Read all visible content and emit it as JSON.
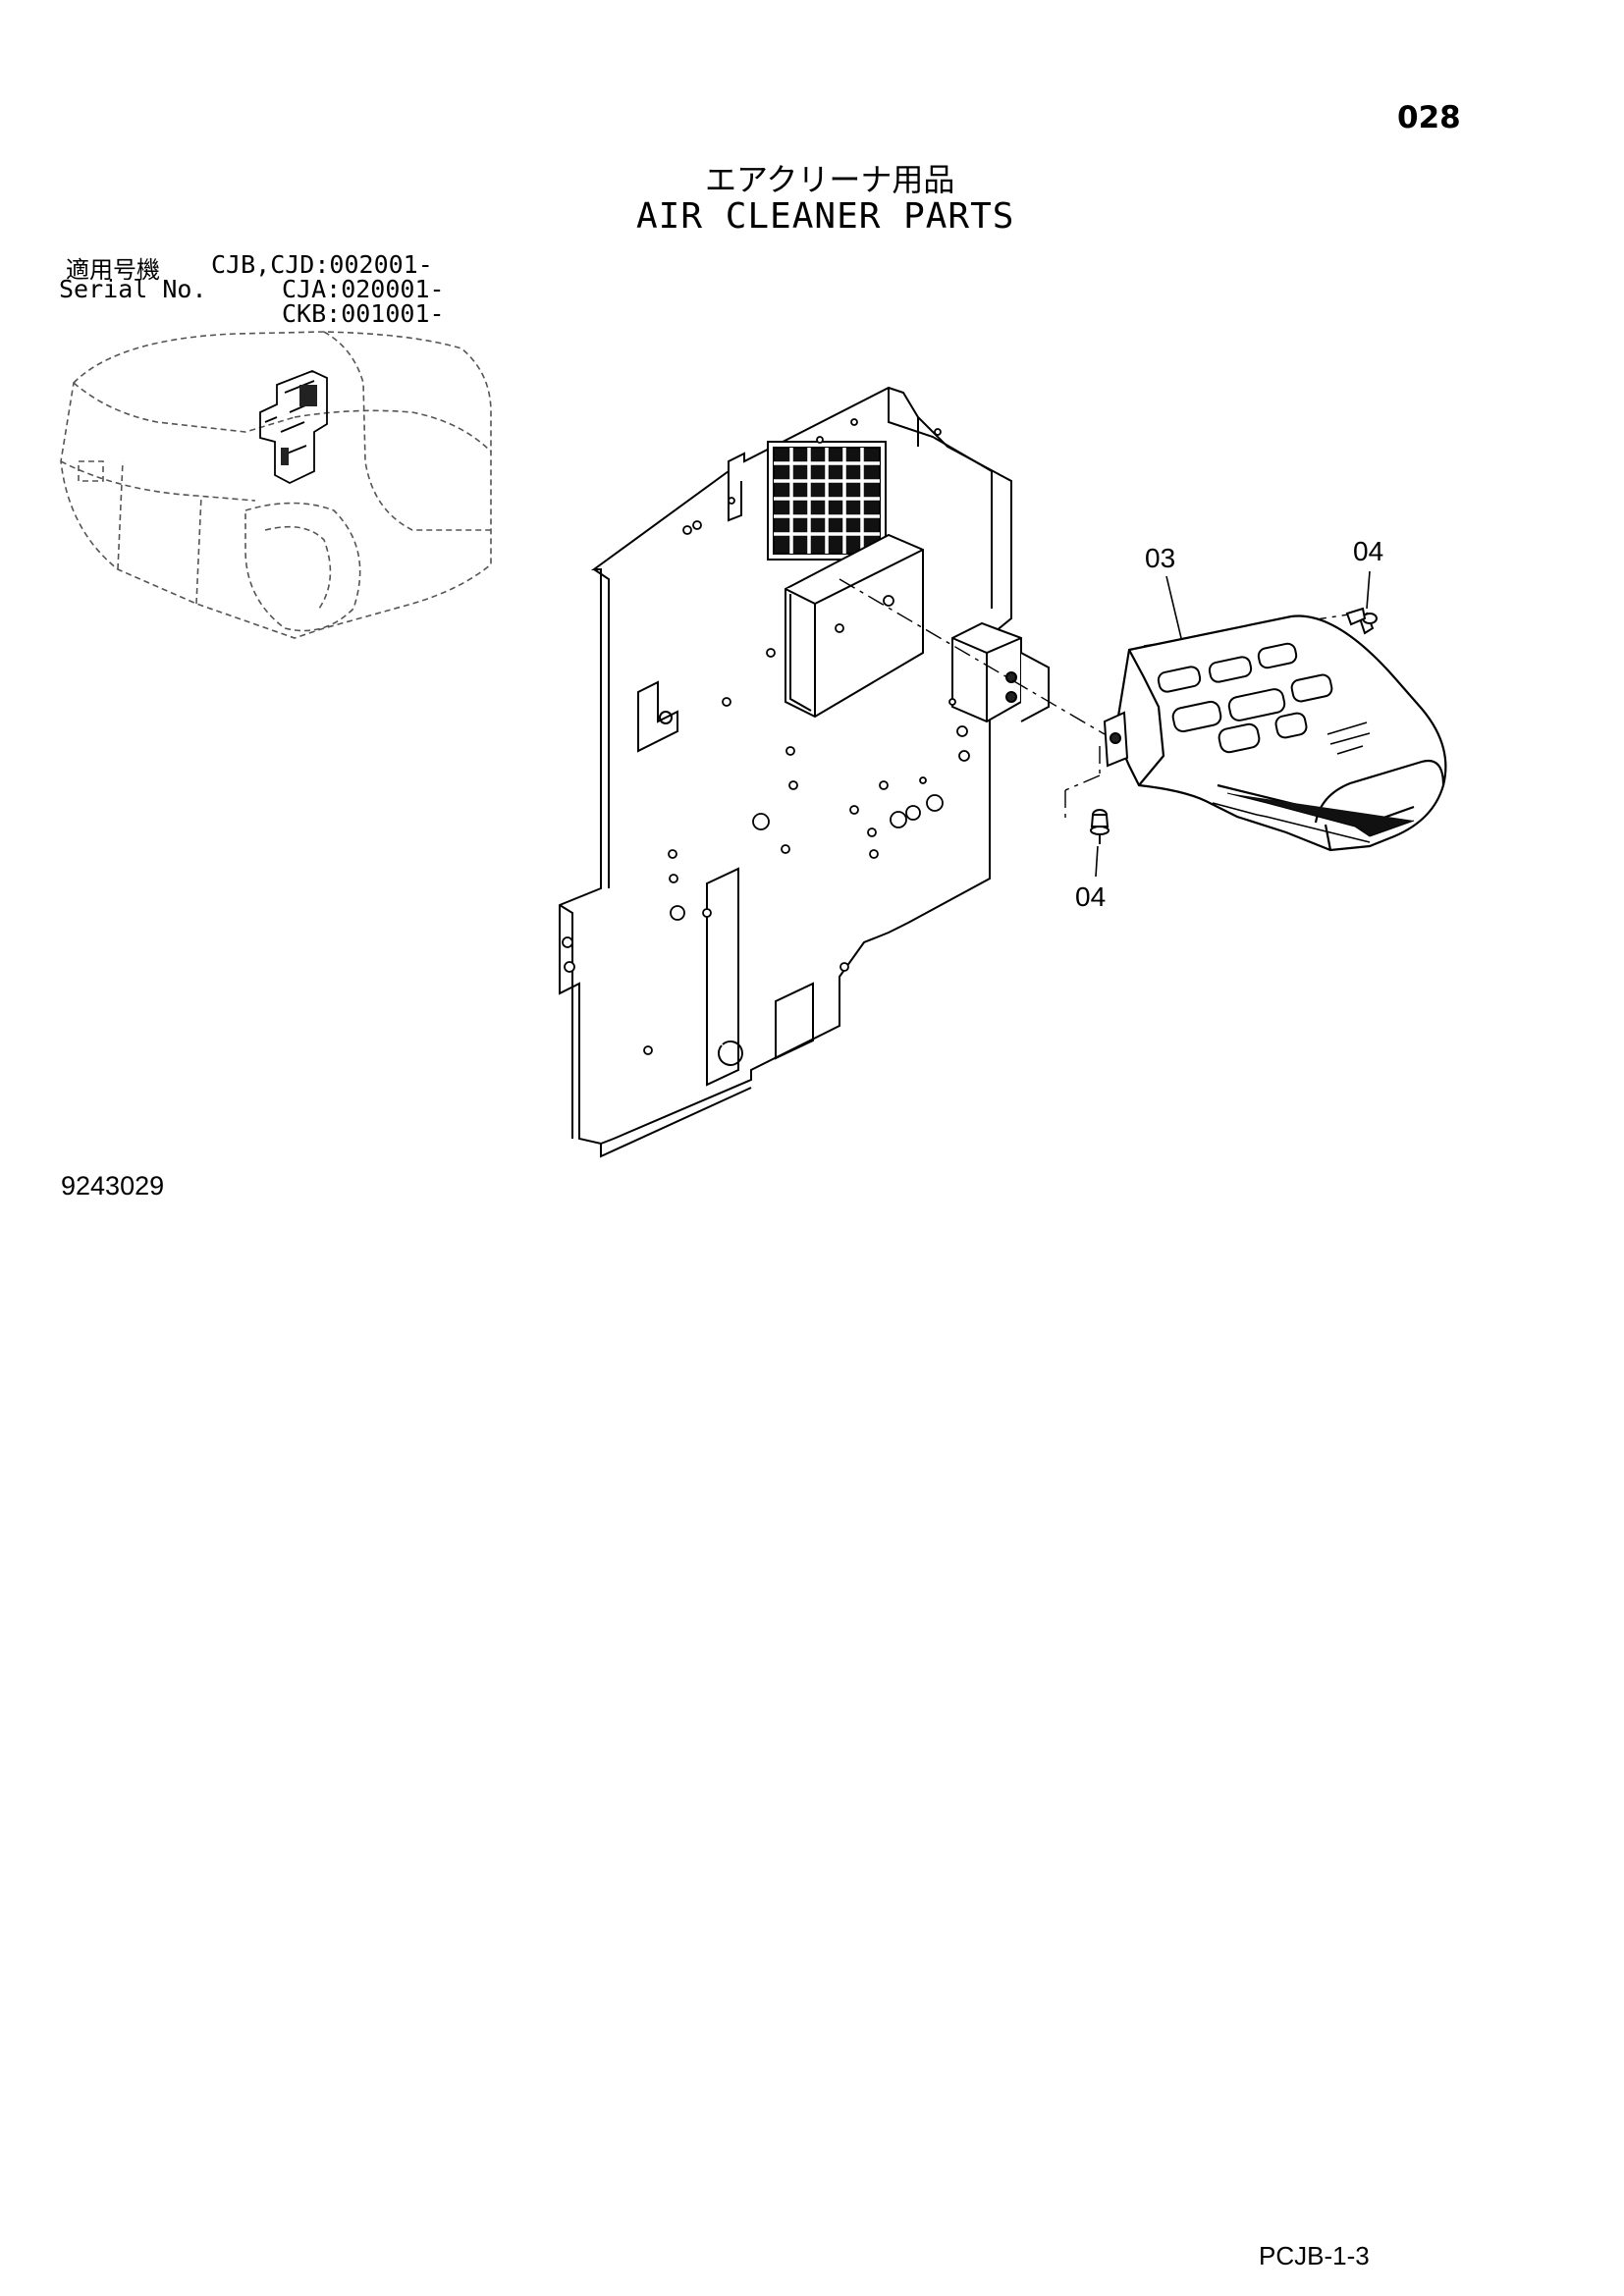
{
  "page_number": "028",
  "title": {
    "jp": "エアクリーナ用品",
    "en": "AIR CLEANER PARTS"
  },
  "serial": {
    "label_jp": "適用号機",
    "label_en": "Serial No.",
    "lines": [
      "CJB,CJD:002001-",
      "CJA:020001-",
      "CKB:001001-"
    ]
  },
  "callouts": {
    "cover": "03",
    "bolt_upper": "04",
    "bolt_lower": "04"
  },
  "drawing_number": "9243029",
  "footer_code": "PCJB-1-3"
}
